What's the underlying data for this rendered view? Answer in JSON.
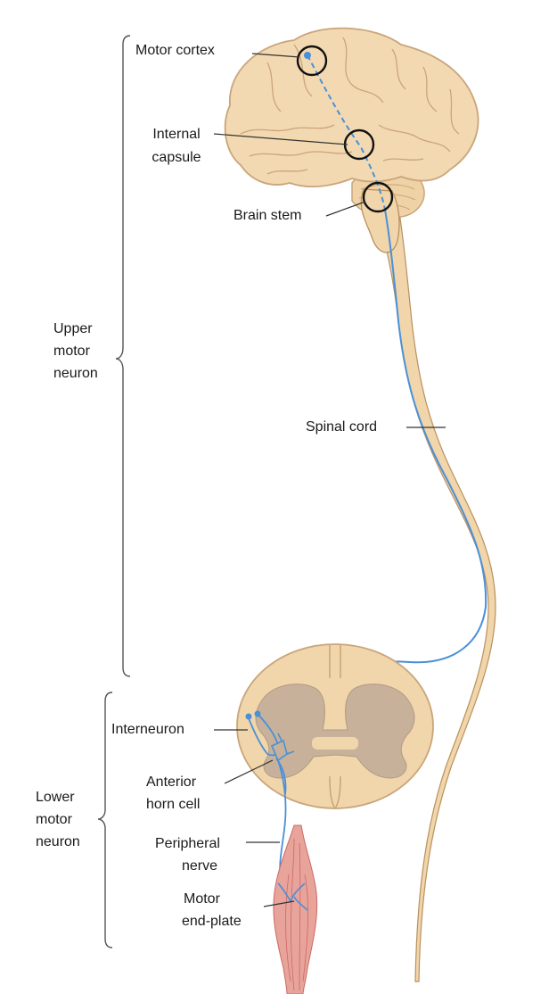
{
  "labels": {
    "motor_cortex": "Motor cortex",
    "internal_capsule_line1": "Internal",
    "internal_capsule_line2": "capsule",
    "brain_stem": "Brain stem",
    "upper_line1": "Upper",
    "upper_line2": "motor",
    "upper_line3": "neuron",
    "spinal_cord": "Spinal cord",
    "interneuron": "Interneuron",
    "anterior_line1": "Anterior",
    "anterior_line2": "horn cell",
    "lower_line1": "Lower",
    "lower_line2": "motor",
    "lower_line3": "neuron",
    "peripheral_line1": "Peripheral",
    "peripheral_line2": "nerve",
    "endplate_line1": "Motor",
    "endplate_line2": "end-plate"
  },
  "colors": {
    "brain_fill": "#f3d9b1",
    "brain_outline": "#c9a57a",
    "cord_fill": "#f1d5ab",
    "gray_matter": "#c8b19a",
    "neuron_path": "#4a90d9",
    "muscle_fill": "#e8a39a",
    "muscle_stripe": "#c96a66",
    "marker_circle": "#111111",
    "leader_line": "#333333",
    "bracket": "#555555"
  }
}
